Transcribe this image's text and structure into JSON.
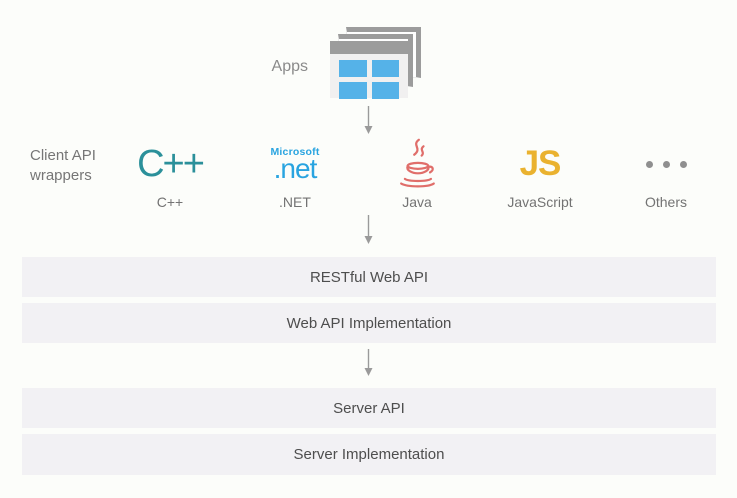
{
  "colors": {
    "background": "#FCFDFA",
    "bar_background": "#F2F1F4",
    "bar_text": "#4E4E4E",
    "muted_text": "#767676",
    "arrow": "#9A9A9A",
    "cpp_teal": "#2B909A",
    "dotnet_blue": "#29A4E0",
    "java_red": "#E06E6A",
    "js_gold": "#EAB22F",
    "apps_tile_blue": "#55B2E8",
    "apps_frame_gray": "#9C9C9C"
  },
  "apps": {
    "label": "Apps",
    "icon": "apps-windows-icon"
  },
  "client_wrappers": {
    "label": "Client API wrappers",
    "items": [
      {
        "id": "cpp",
        "logo_text": "C++",
        "caption": "C++"
      },
      {
        "id": "dotnet",
        "logo_top": "Microsoft",
        "logo_text": ".net",
        "caption": ".NET"
      },
      {
        "id": "java",
        "icon": "java-cup-icon",
        "caption": "Java"
      },
      {
        "id": "js",
        "logo_text": "JS",
        "caption": "JavaScript"
      },
      {
        "id": "others",
        "icon": "ellipsis-icon",
        "caption": "Others"
      }
    ]
  },
  "layers": [
    {
      "label": "RESTful Web API"
    },
    {
      "label": "Web API Implementation"
    },
    {
      "label": "Server API"
    },
    {
      "label": "Server Implementation"
    }
  ]
}
